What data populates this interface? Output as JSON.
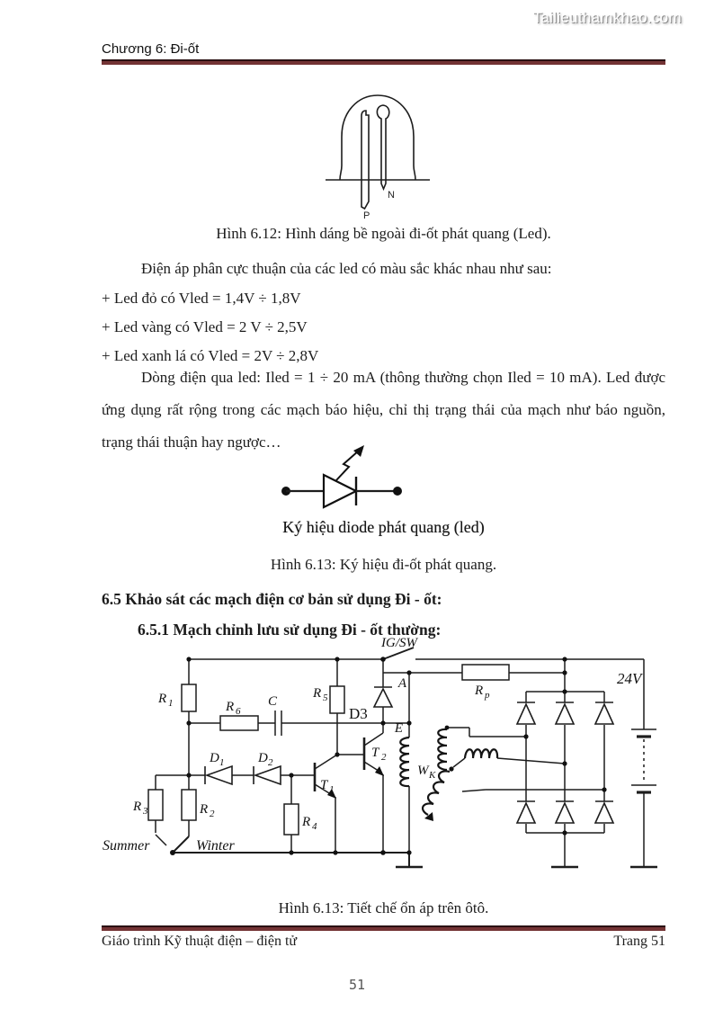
{
  "watermark": {
    "text": "Tailieuthamkhao.com"
  },
  "header": {
    "chapter": "Chương 6: Đi-ốt"
  },
  "figures": {
    "led_package": {
      "caption": "Hình 6.12: Hình dáng bề ngoài đi-ốt phát quang (Led).",
      "pin_p": "P",
      "pin_n": "N"
    },
    "led_symbol": {
      "label": "Ký hiệu diode  phát quang (led)",
      "caption": "Hình 6.13: Ký hiệu đi-ốt phát quang."
    },
    "regulator": {
      "caption": "Hình 6.13: Tiết chế ổn áp trên ôtô."
    }
  },
  "body": {
    "intro": "Điện áp phân cực thuận của các led có màu sắc khác nhau như sau:",
    "bullets": [
      "+ Led đỏ có Vled = 1,4V ÷ 1,8V",
      "+ Led vàng có Vled = 2 V ÷ 2,5V",
      "+ Led xanh lá có Vled = 2V ÷ 2,8V"
    ],
    "paragraph": "Dòng điện qua led: Iled = 1 ÷ 20 mA (thông thường chọn Iled = 10 mA). Led được ứng dụng rất rộng trong các mạch báo hiệu, chỉ thị trạng thái của mạch như báo nguồn, trạng thái thuận hay ngược…"
  },
  "headings": {
    "s65": "6.5  Khảo sát các mạch điện cơ bản sử dụng Đi - ốt:",
    "s651": "6.5.1  Mạch chỉnh lưu sử dụng Đi - ốt thường:"
  },
  "circuit_labels": {
    "r1": {
      "t": "R",
      "s": "1"
    },
    "r6": {
      "t": "R",
      "s": "6"
    },
    "c": "C",
    "r5": {
      "t": "R",
      "s": "5"
    },
    "d3": "D3",
    "igsw": "IG/SW",
    "a": "A",
    "rp": {
      "t": "R",
      "s": "p"
    },
    "v24": "24V",
    "e": "E",
    "t1": {
      "t": "T",
      "s": "1"
    },
    "t2": {
      "t": "T",
      "s": "2"
    },
    "wk": {
      "t": "W",
      "s": "K"
    },
    "d1": {
      "t": "D",
      "s": "1"
    },
    "d2": {
      "t": "D",
      "s": "2"
    },
    "r3": {
      "t": "R",
      "s": "3"
    },
    "r2": {
      "t": "R",
      "s": "2"
    },
    "r4": {
      "t": "R",
      "s": "4"
    },
    "summer": "Summer",
    "winter": "Winter"
  },
  "footer": {
    "left": "Giáo trình Kỹ thuật điện – điện tử",
    "right": "Trang 51",
    "page_number": "51"
  }
}
